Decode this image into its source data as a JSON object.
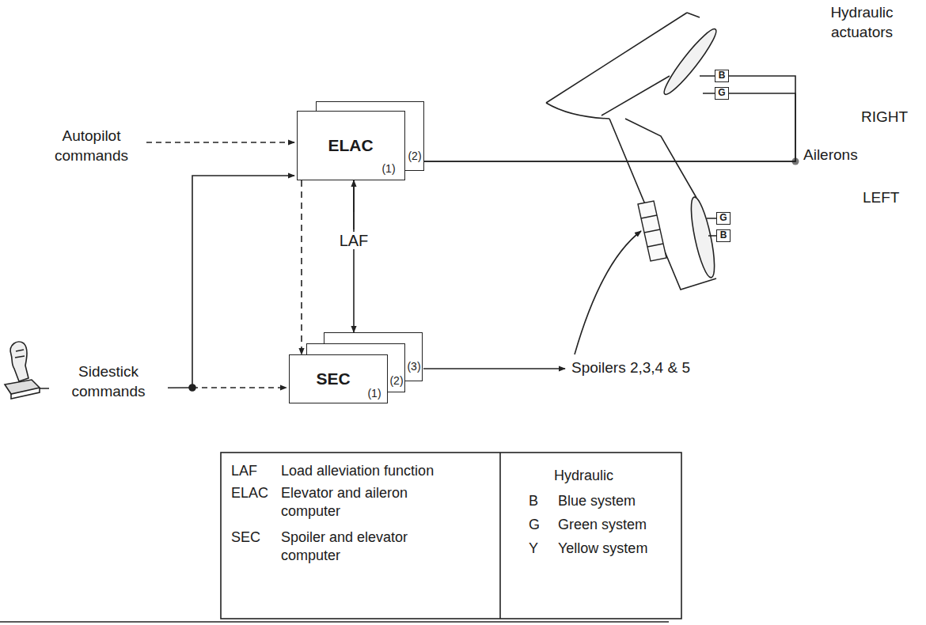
{
  "diagram": {
    "nodes": [
      {
        "text": [
          "ELAC",
          "(1)",
          "(2)"
        ]
      },
      {
        "text": [
          "SEC",
          "(1)",
          "(2)",
          "(3)"
        ]
      },
      {
        "text": [
          "B"
        ]
      },
      {
        "text": [
          "G"
        ]
      },
      {
        "text": [
          "G"
        ]
      },
      {
        "text": [
          "B"
        ]
      }
    ],
    "edges": [
      {
        "from": 0,
        "to": 1,
        "arrow": "to"
      },
      {
        "from": 0,
        "to": 1,
        "label": "LAF",
        "arrow": "both"
      },
      {
        "from": 0,
        "to": 2,
        "arrow": "none"
      },
      {
        "from": 0,
        "to": 3,
        "arrow": "none"
      },
      {
        "from": 0,
        "to": 4,
        "arrow": "none"
      },
      {
        "from": 0,
        "to": 5,
        "arrow": "none"
      }
    ],
    "labels": [
      "Hydraulic actuators",
      "RIGHT",
      "Ailerons",
      "LEFT",
      "Autopilot commands",
      "Sidestick commands",
      "Spoilers 2,3,4 & 5",
      "LAF",
      "Load alleviation function",
      "ELAC",
      "Elevator and aileron computer",
      "SEC",
      "Spoiler and elevator computer",
      "Hydraulic",
      "B",
      "Blue system",
      "G",
      "Green system",
      "Y",
      "Yellow system"
    ]
  }
}
